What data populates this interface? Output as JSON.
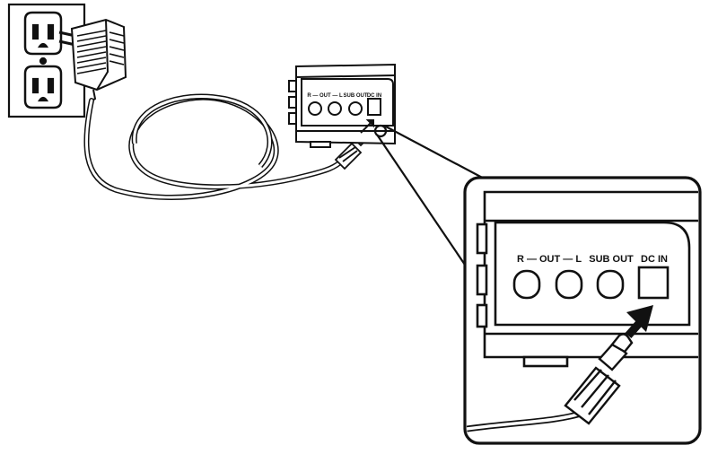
{
  "diagram": {
    "small_labels": {
      "r_out_l": "R — OUT — L",
      "sub_out": "SUB OUT",
      "dc_in": "DC IN"
    },
    "zoom_labels": {
      "r_out_l": "R — OUT — L",
      "sub_out": "SUB OUT",
      "dc_in": "DC IN"
    },
    "colors": {
      "line": "#111111",
      "fill": "#ffffff",
      "shade": "#222222"
    }
  }
}
